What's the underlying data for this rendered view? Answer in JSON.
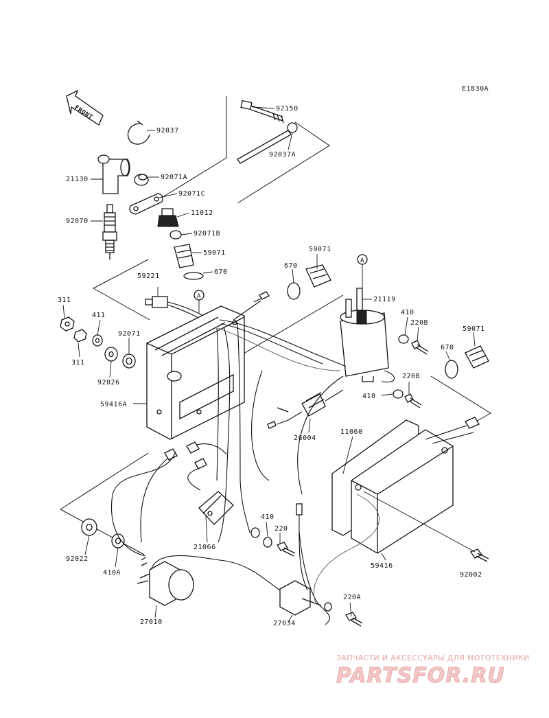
{
  "diagram_code": "E1830A",
  "front_marker": "FRONT",
  "callout_letter": "A",
  "part_labels": {
    "p92150": "92150",
    "p92037": "92037",
    "p92037A": "92037A",
    "p21130": "21130",
    "p92071A": "92071A",
    "p92071C": "92071C",
    "p11012": "11012",
    "p92070": "92070",
    "p92071B": "92071B",
    "p59071a": "59071",
    "p59071b": "59071",
    "p59071c": "59071",
    "p670a": "670",
    "p670b": "670",
    "p670c": "670",
    "p59221": "59221",
    "p21119": "21119",
    "p311a": "311",
    "p311b": "311",
    "p411": "411",
    "p92071": "92071",
    "p410a": "410",
    "p410b": "410",
    "p410c": "410",
    "p220B_a": "220B",
    "p220B_b": "220B",
    "p92026": "92026",
    "p59416A": "59416A",
    "p26004": "26004",
    "p11060": "11060",
    "p21066": "21066",
    "p220": "220",
    "p92022": "92022",
    "p410A": "410A",
    "p59416": "59416",
    "p92002": "92002",
    "p27010": "27010",
    "p27034": "27034",
    "p220A": "220A"
  },
  "watermark": {
    "tagline": "ЗАПЧАСТИ И АКСЕССУАРЫ ДЛЯ МОТОТЕХНИКИ",
    "logo": "PARTSFOR.RU"
  }
}
